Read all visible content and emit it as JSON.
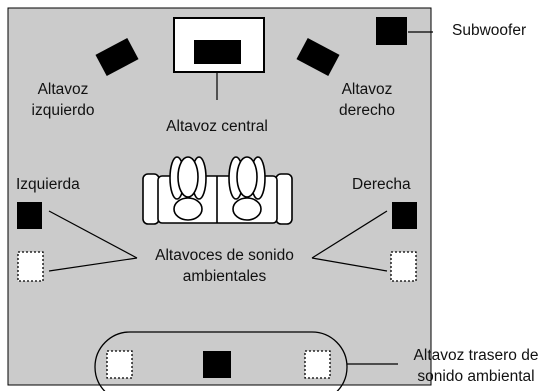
{
  "labels": {
    "subwoofer": "Subwoofer",
    "front_left_line1": "Altavoz",
    "front_left_line2": "izquierdo",
    "front_right_line1": "Altavoz",
    "front_right_line2": "derecho",
    "center": "Altavoz central",
    "left": "Izquierda",
    "right": "Derecha",
    "surround_line1": "Altavoces de sonido",
    "surround_line2": "ambientales",
    "rear_line1": "Altavoz trasero de",
    "rear_line2": "sonido ambiental"
  },
  "colors": {
    "room_fill": "#cbcbcb",
    "speaker": "#000000",
    "surround_speaker_fill": "#ffffff",
    "line": "#000000"
  },
  "icons": {
    "tv": "tv-icon",
    "sofa": "sofa-with-listeners-icon",
    "speaker": "speaker-icon",
    "surround_speaker": "dotted-speaker-icon"
  }
}
